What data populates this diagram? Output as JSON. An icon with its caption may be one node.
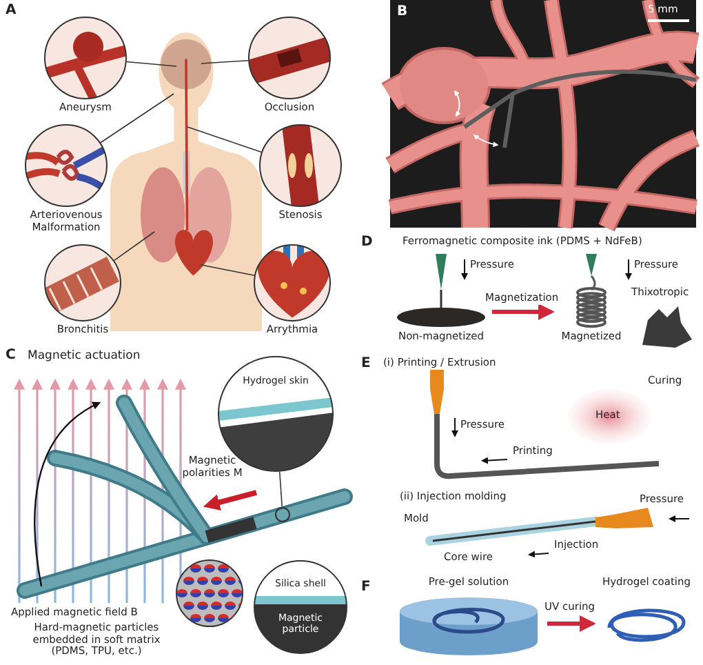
{
  "diagram": {
    "nodes": [
      {
        "text": [
          "Aneurysm"
        ]
      },
      {
        "text": [
          "Occlusion"
        ]
      },
      {
        "text": [
          "Arteriovenous Malformation"
        ]
      },
      {
        "text": [
          "Stenosis"
        ]
      },
      {
        "text": [
          "Bronchitis"
        ]
      },
      {
        "text": [
          "Arrythmia"
        ]
      },
      {
        "text": [],
        "shape": "picture"
      },
      {
        "text": [
          "Non-magnetized"
        ]
      },
      {
        "text": [
          "Magnetized"
        ]
      },
      {
        "text": [
          "Hydrogel skin"
        ]
      },
      {
        "text": [
          "Silica shell",
          "Magnetic particle"
        ]
      },
      {
        "text": [
          "Pre-gel solution"
        ]
      },
      {
        "text": [
          "Hydrogel coating"
        ]
      },
      {
        "text": [],
        "shape": "circle"
      }
    ],
    "edges": [
      {
        "from": 0,
        "to": 6,
        "arrow": "none"
      },
      {
        "from": 1,
        "to": 6,
        "arrow": "none"
      },
      {
        "from": 2,
        "to": 6,
        "arrow": "none"
      },
      {
        "from": 3,
        "to": 6,
        "arrow": "none"
      },
      {
        "from": 4,
        "to": 6,
        "arrow": "none"
      },
      {
        "from": 5,
        "to": 6,
        "arrow": "none"
      },
      {
        "from": 7,
        "to": 8,
        "arrow": "to",
        "label": "Magnetization",
        "style": "thick",
        "color": "#d0283a"
      },
      {
        "from": 9,
        "to": 13,
        "arrow": "none"
      },
      {
        "from": 11,
        "to": 12,
        "arrow": "to",
        "label": "UV curing",
        "style": "thick",
        "color": "#d0283a"
      }
    ],
    "labels": [
      "A",
      "B",
      "5 mm",
      "C",
      "Magnetic actuation",
      "D",
      "Ferromagnetic composite ink (PDMS + NdFeB)",
      "Pressure",
      "Pressure",
      "Thixotropic",
      "Magnetic polarities M",
      "E",
      "(i) Printing / Extrusion",
      "Curing",
      "Heat",
      "Pressure",
      "Printing",
      "(ii) Injection molding",
      "Pressure",
      "Mold",
      "Injection",
      "Core wire",
      "Applied magnetic field B",
      "Hard-magnetic particles embedded in soft matrix (PDMS, TPU, etc.)",
      "F"
    ]
  }
}
